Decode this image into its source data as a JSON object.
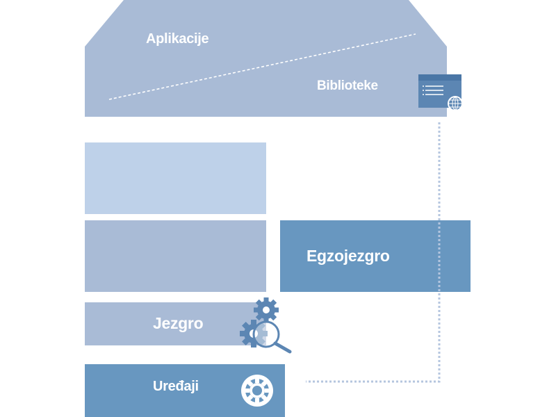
{
  "labels": {
    "applications": "Aplikacije",
    "libraries": "Biblioteke",
    "exokernel": "Egzojezgro",
    "kernel": "Jezgro",
    "devices": "Uređaji"
  },
  "colors": {
    "roof": "#a9bbd6",
    "light_block": "#bed1e9",
    "mid_block": "#a9bbd6",
    "dark_block": "#6897c0",
    "icon_dark": "#5c86b3",
    "dotted_line": "#b5c6df",
    "text": "#ffffff"
  },
  "icons": [
    "library-window-icon",
    "globe-icon",
    "gears-icon",
    "magnifier-icon",
    "device-gear-icon"
  ]
}
